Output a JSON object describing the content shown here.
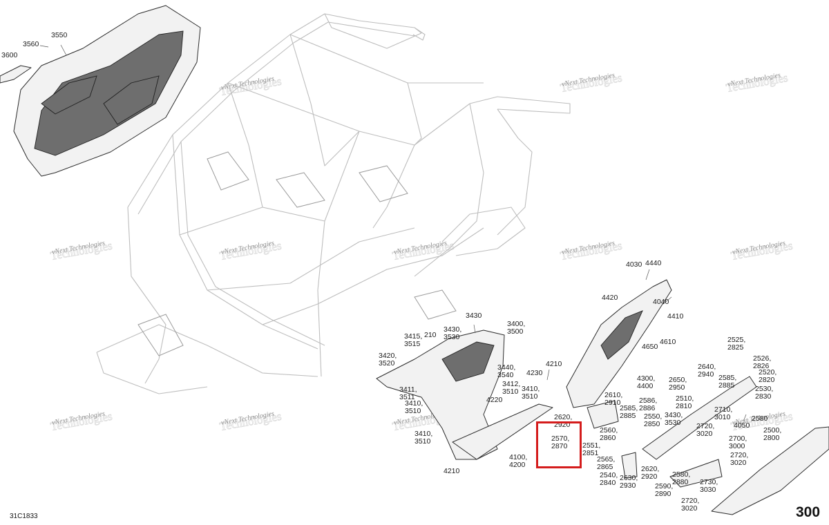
{
  "drawing_code": "31C1833",
  "page_number": "300",
  "highlight_color": "#d41c1c",
  "watermark": {
    "line1": "vNext Technologies",
    "line2": "Technologies"
  },
  "callouts": [
    "3550",
    "3560",
    "3600",
    "4030",
    "4440",
    "4420",
    "4040",
    "4410",
    "4650",
    "4610",
    "3430",
    "3415,\n3515",
    "210",
    "3430,\n3530",
    "3400,\n3500",
    "3420,\n3520",
    "4210",
    "3440,\n3540",
    "3412,\n3510",
    "3411,\n3511",
    "4230",
    "3410,\n3510",
    "4220",
    "3410,\n3510",
    "3410,\n3510",
    "4100,\n4200",
    "4210",
    "4300,\n4400",
    "2525,\n2825",
    "2526,\n2826",
    "2640,\n2940",
    "2520,\n2820",
    "2650,\n2950",
    "2585,\n2885",
    "2530,\n2830",
    "2610,\n2910",
    "2586,\n2886",
    "2510,\n2810",
    "2585,\n2885",
    "2620,\n2920",
    "2550,\n2850",
    "3430,\n3530",
    "2710,\n3010",
    "2580",
    "2570,\n2870",
    "2560,\n2860",
    "2720,\n3020",
    "4050",
    "2500,\n2800",
    "2551,\n2851",
    "2700,\n3000",
    "2565,\n2865",
    "2720,\n3020",
    "2620,\n2920",
    "2540,\n2840",
    "2630,\n2930",
    "2580,\n2880",
    "2590,\n2890",
    "2730,\n3030",
    "2720,\n3020"
  ]
}
